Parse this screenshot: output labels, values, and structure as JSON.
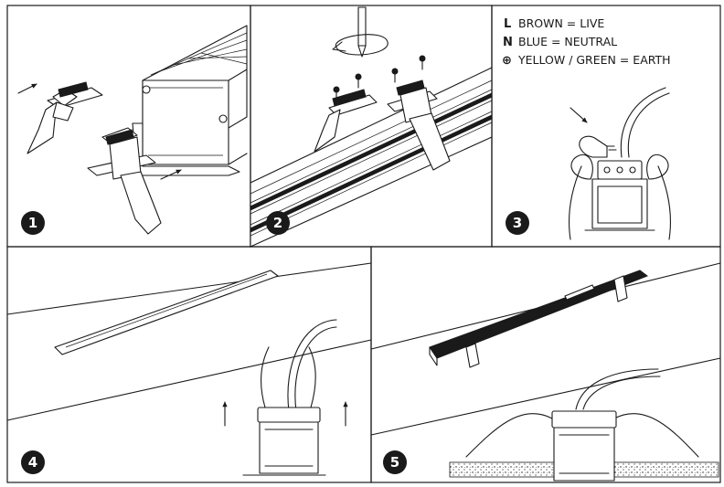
{
  "steps": [
    "1",
    "2",
    "3",
    "4",
    "5"
  ],
  "wiring_legend": [
    {
      "key": "L",
      "text": "BROWN = LIVE"
    },
    {
      "key": "N",
      "text": "BLUE = NEUTRAL"
    },
    {
      "key": "⊕",
      "text": "YELLOW / GREEN = EARTH"
    }
  ],
  "colors": {
    "line": "#1a1a1a",
    "background": "#ffffff"
  }
}
